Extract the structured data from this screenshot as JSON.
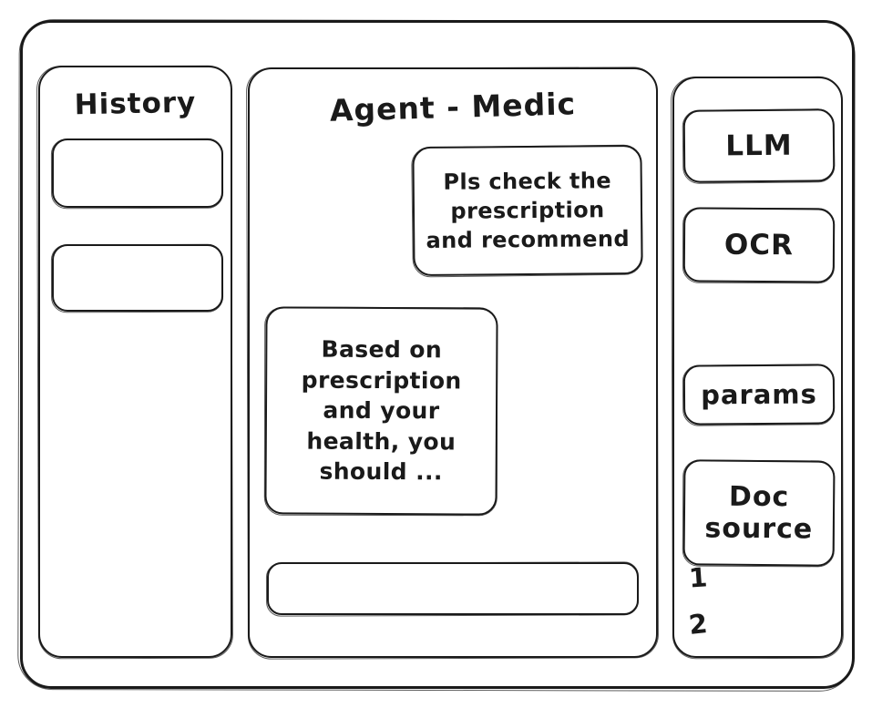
{
  "window": {
    "frame_label": "app-window"
  },
  "sidebar": {
    "title": "History",
    "items": [
      {
        "label": ""
      },
      {
        "label": ""
      }
    ]
  },
  "main": {
    "title": "Agent - Medic",
    "messages": [
      {
        "role": "user",
        "text": "Pls check the\nprescription\nand recommend"
      },
      {
        "role": "assistant",
        "text": "Based on\nprescription\nand your\nhealth, you\nshould ..."
      }
    ],
    "composer": {
      "value": "",
      "placeholder": ""
    }
  },
  "tools": {
    "buttons": [
      {
        "label": "LLM"
      },
      {
        "label": "OCR"
      },
      {
        "label": "params"
      },
      {
        "label": "Doc\nsource"
      }
    ],
    "doc_sources": [
      {
        "label": "1"
      },
      {
        "label": "2"
      }
    ]
  },
  "colors": {
    "stroke": "#1a1a1a",
    "background": "#ffffff"
  }
}
